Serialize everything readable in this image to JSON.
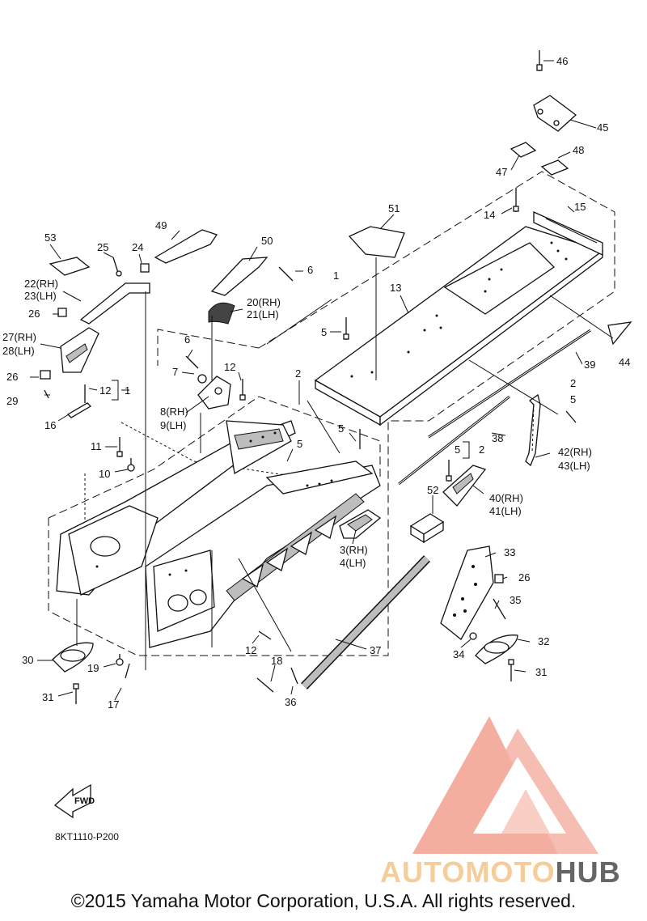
{
  "diagram_code": "8KT1110-P200",
  "copyright": "©2015 Yamaha Motor Corporation, U.S.A. All rights reserved.",
  "fwd_label": "FWD",
  "watermark": {
    "part1": "AUTOMOTO",
    "part2": "HUB",
    "color_primary": "#f2a08f",
    "color_secondary": "#f5cd9a",
    "color_dark": "#555555"
  },
  "callouts": [
    {
      "id": "l46",
      "text": "46"
    },
    {
      "id": "l45",
      "text": "45"
    },
    {
      "id": "l48",
      "text": "48"
    },
    {
      "id": "l47",
      "text": "47"
    },
    {
      "id": "l14",
      "text": "14"
    },
    {
      "id": "l15",
      "text": "15"
    },
    {
      "id": "l51",
      "text": "51"
    },
    {
      "id": "l49",
      "text": "49"
    },
    {
      "id": "l50",
      "text": "50"
    },
    {
      "id": "l53",
      "text": "53"
    },
    {
      "id": "l25",
      "text": "25"
    },
    {
      "id": "l24",
      "text": "24"
    },
    {
      "id": "l6a",
      "text": "6"
    },
    {
      "id": "l1a",
      "text": "1"
    },
    {
      "id": "l13",
      "text": "13"
    },
    {
      "id": "l22",
      "text": "22(RH)"
    },
    {
      "id": "l23",
      "text": "23(LH)"
    },
    {
      "id": "l20",
      "text": "20(RH)"
    },
    {
      "id": "l21",
      "text": "21(LH)"
    },
    {
      "id": "l26a",
      "text": "26"
    },
    {
      "id": "l5a",
      "text": "5"
    },
    {
      "id": "l44",
      "text": "44"
    },
    {
      "id": "l27",
      "text": "27(RH)"
    },
    {
      "id": "l28",
      "text": "28(LH)"
    },
    {
      "id": "l6b",
      "text": "6"
    },
    {
      "id": "l39",
      "text": "39"
    },
    {
      "id": "l7",
      "text": "7"
    },
    {
      "id": "l12a",
      "text": "12"
    },
    {
      "id": "l2a",
      "text": "2"
    },
    {
      "id": "l26b",
      "text": "26"
    },
    {
      "id": "l12b",
      "text": "12"
    },
    {
      "id": "l1b",
      "text": "1"
    },
    {
      "id": "l2b",
      "text": "2"
    },
    {
      "id": "l5b",
      "text": "5"
    },
    {
      "id": "l29",
      "text": "29"
    },
    {
      "id": "l8",
      "text": "8(RH)"
    },
    {
      "id": "l9",
      "text": "9(LH)"
    },
    {
      "id": "l16",
      "text": "16"
    },
    {
      "id": "l5c",
      "text": "5"
    },
    {
      "id": "l38",
      "text": "38"
    },
    {
      "id": "l11",
      "text": "11"
    },
    {
      "id": "l5d",
      "text": "5"
    },
    {
      "id": "l5e",
      "text": "5"
    },
    {
      "id": "l2c",
      "text": "2"
    },
    {
      "id": "l42",
      "text": "42(RH)"
    },
    {
      "id": "l43",
      "text": "43(LH)"
    },
    {
      "id": "l10",
      "text": "10"
    },
    {
      "id": "l52",
      "text": "52"
    },
    {
      "id": "l40",
      "text": "40(RH)"
    },
    {
      "id": "l41",
      "text": "41(LH)"
    },
    {
      "id": "l3",
      "text": "3(RH)"
    },
    {
      "id": "l4",
      "text": "4(LH)"
    },
    {
      "id": "l33",
      "text": "33"
    },
    {
      "id": "l26c",
      "text": "26"
    },
    {
      "id": "l35",
      "text": "35"
    },
    {
      "id": "l32",
      "text": "32"
    },
    {
      "id": "l34",
      "text": "34"
    },
    {
      "id": "l37",
      "text": "37"
    },
    {
      "id": "l12c",
      "text": "12"
    },
    {
      "id": "l30",
      "text": "30"
    },
    {
      "id": "l19",
      "text": "19"
    },
    {
      "id": "l18",
      "text": "18"
    },
    {
      "id": "l31a",
      "text": "31"
    },
    {
      "id": "l31b",
      "text": "31"
    },
    {
      "id": "l17",
      "text": "17"
    },
    {
      "id": "l36",
      "text": "36"
    }
  ]
}
